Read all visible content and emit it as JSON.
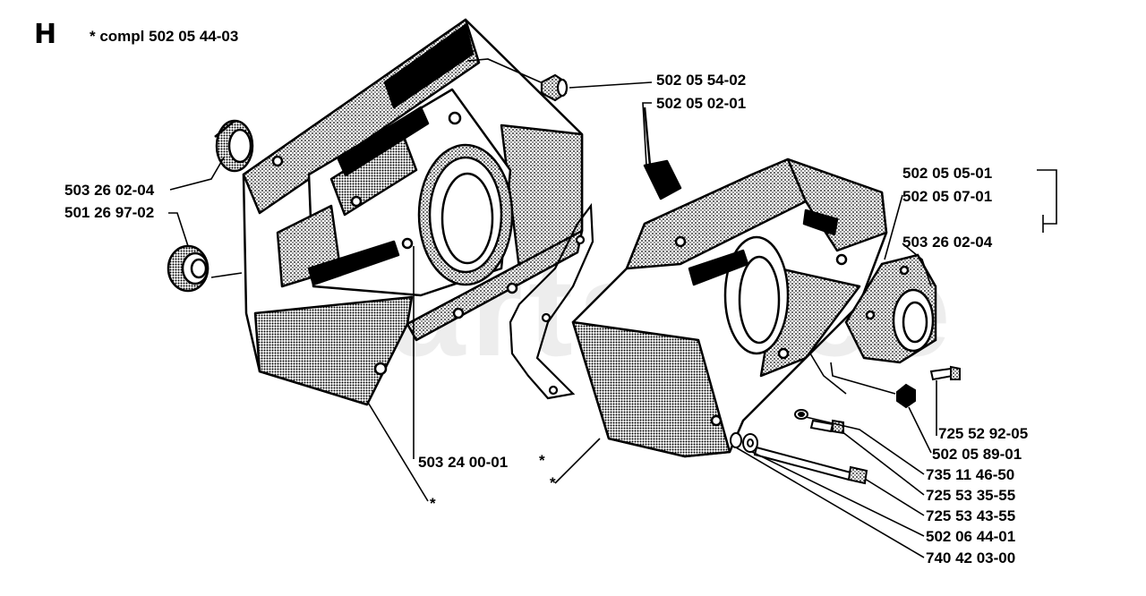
{
  "section_letter": "H",
  "header_note": "*  compl 502 05 44-03",
  "watermark_text": "PartsTree",
  "colors": {
    "ink": "#000000",
    "background": "#ffffff",
    "watermark": "#d9d9d9"
  },
  "labels": {
    "p1": "502 05 54-02",
    "p2": "502 05 02-01",
    "p3": "503 26 02-04",
    "p4": "501 26 97-02",
    "p5": "502 05 05-01",
    "p6": "502 05 07-01",
    "p7": "503 26 02-04",
    "p8": "503 24 00-01",
    "p9": "725 52 92-05",
    "p10": "502 05 89-01",
    "p11": "735 11 46-50",
    "p12": "725 53 35-55",
    "p13": "725 53 43-55",
    "p14": "502 06 44-01",
    "p15": "740 42 03-00"
  },
  "asterisks": {
    "a1": "*",
    "a2": "*",
    "a3": "*"
  }
}
